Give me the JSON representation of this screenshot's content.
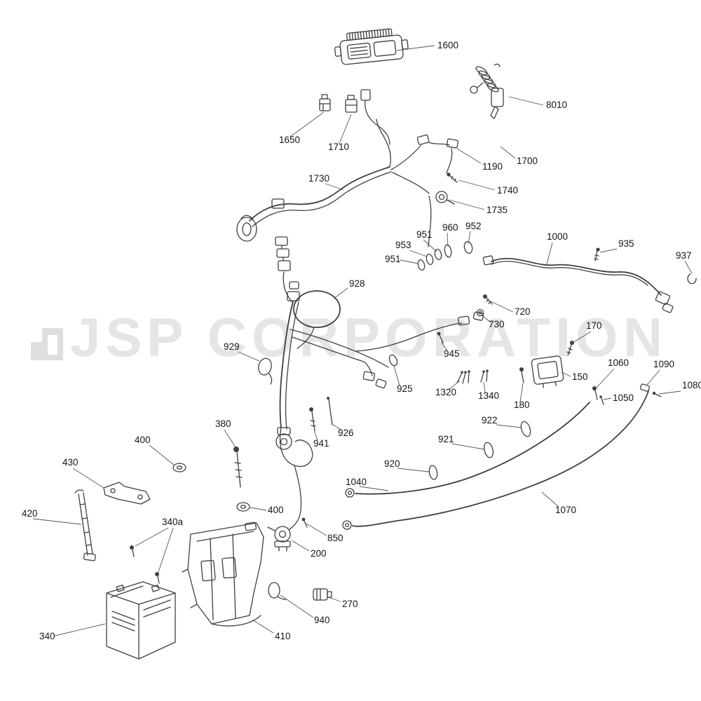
{
  "watermark": {
    "text": "JSP CORPORATION",
    "color": "#e5e5e5"
  },
  "colors": {
    "background": "#ffffff",
    "line": "#3f3f3f",
    "label": "#151515"
  },
  "parts": {
    "p1600": "1600",
    "p8010": "8010",
    "p1650": "1650",
    "p1710": "1710",
    "p1190": "1190",
    "p1700": "1700",
    "p1730": "1730",
    "p1740": "1740",
    "p1735": "1735",
    "p951a": "951",
    "p960": "960",
    "p952": "952",
    "p953": "953",
    "p951b": "951",
    "p1000": "1000",
    "p935": "935",
    "p937": "937",
    "p928": "928",
    "p720": "720",
    "p730": "730",
    "p170": "170",
    "p929": "929",
    "p945": "945",
    "p925": "925",
    "p1320": "1320",
    "p1340": "1340",
    "p180": "180",
    "p150": "150",
    "p1060": "1060",
    "p1090": "1090",
    "p1080": "1080",
    "p1050": "1050",
    "p922": "922",
    "p921": "921",
    "p920": "920",
    "p380": "380",
    "p400a": "400",
    "p941": "941",
    "p926": "926",
    "p430": "430",
    "p1040": "1040",
    "p1070": "1070",
    "p420": "420",
    "p400b": "400",
    "p340a": "340a",
    "p850": "850",
    "p200": "200",
    "p270": "270",
    "p940": "940",
    "p410": "410",
    "p340": "340"
  }
}
